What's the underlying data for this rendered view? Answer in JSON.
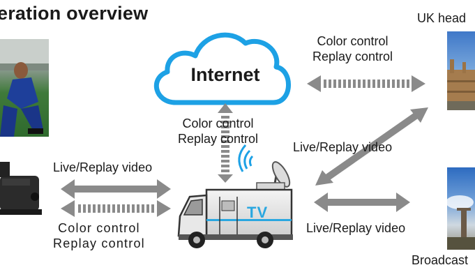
{
  "title": "eration overview",
  "cloud": {
    "label": "Internet"
  },
  "uk_headquarters": {
    "caption": "UK head"
  },
  "broadcast": {
    "caption": "Broadcast"
  },
  "links": {
    "hq_to_cloud": {
      "line1": "Color control",
      "line2": "Replay control"
    },
    "cloud_to_van": {
      "line1": "Color control",
      "line2": "Replay control"
    },
    "camera_van_video": {
      "label": "Live/Replay video"
    },
    "camera_van_control": {
      "line1": "Color control",
      "line2": "Replay control"
    },
    "van_to_hq_video": {
      "label": "Live/Replay video"
    },
    "van_to_broadcast_video": {
      "label": "Live/Replay video"
    }
  },
  "van": {
    "tv_label": "TV"
  },
  "colors": {
    "cloud_outline": "#1da1e5",
    "arrow_grey": "#8a8a8a",
    "tv_blue": "#2aa7e0"
  }
}
